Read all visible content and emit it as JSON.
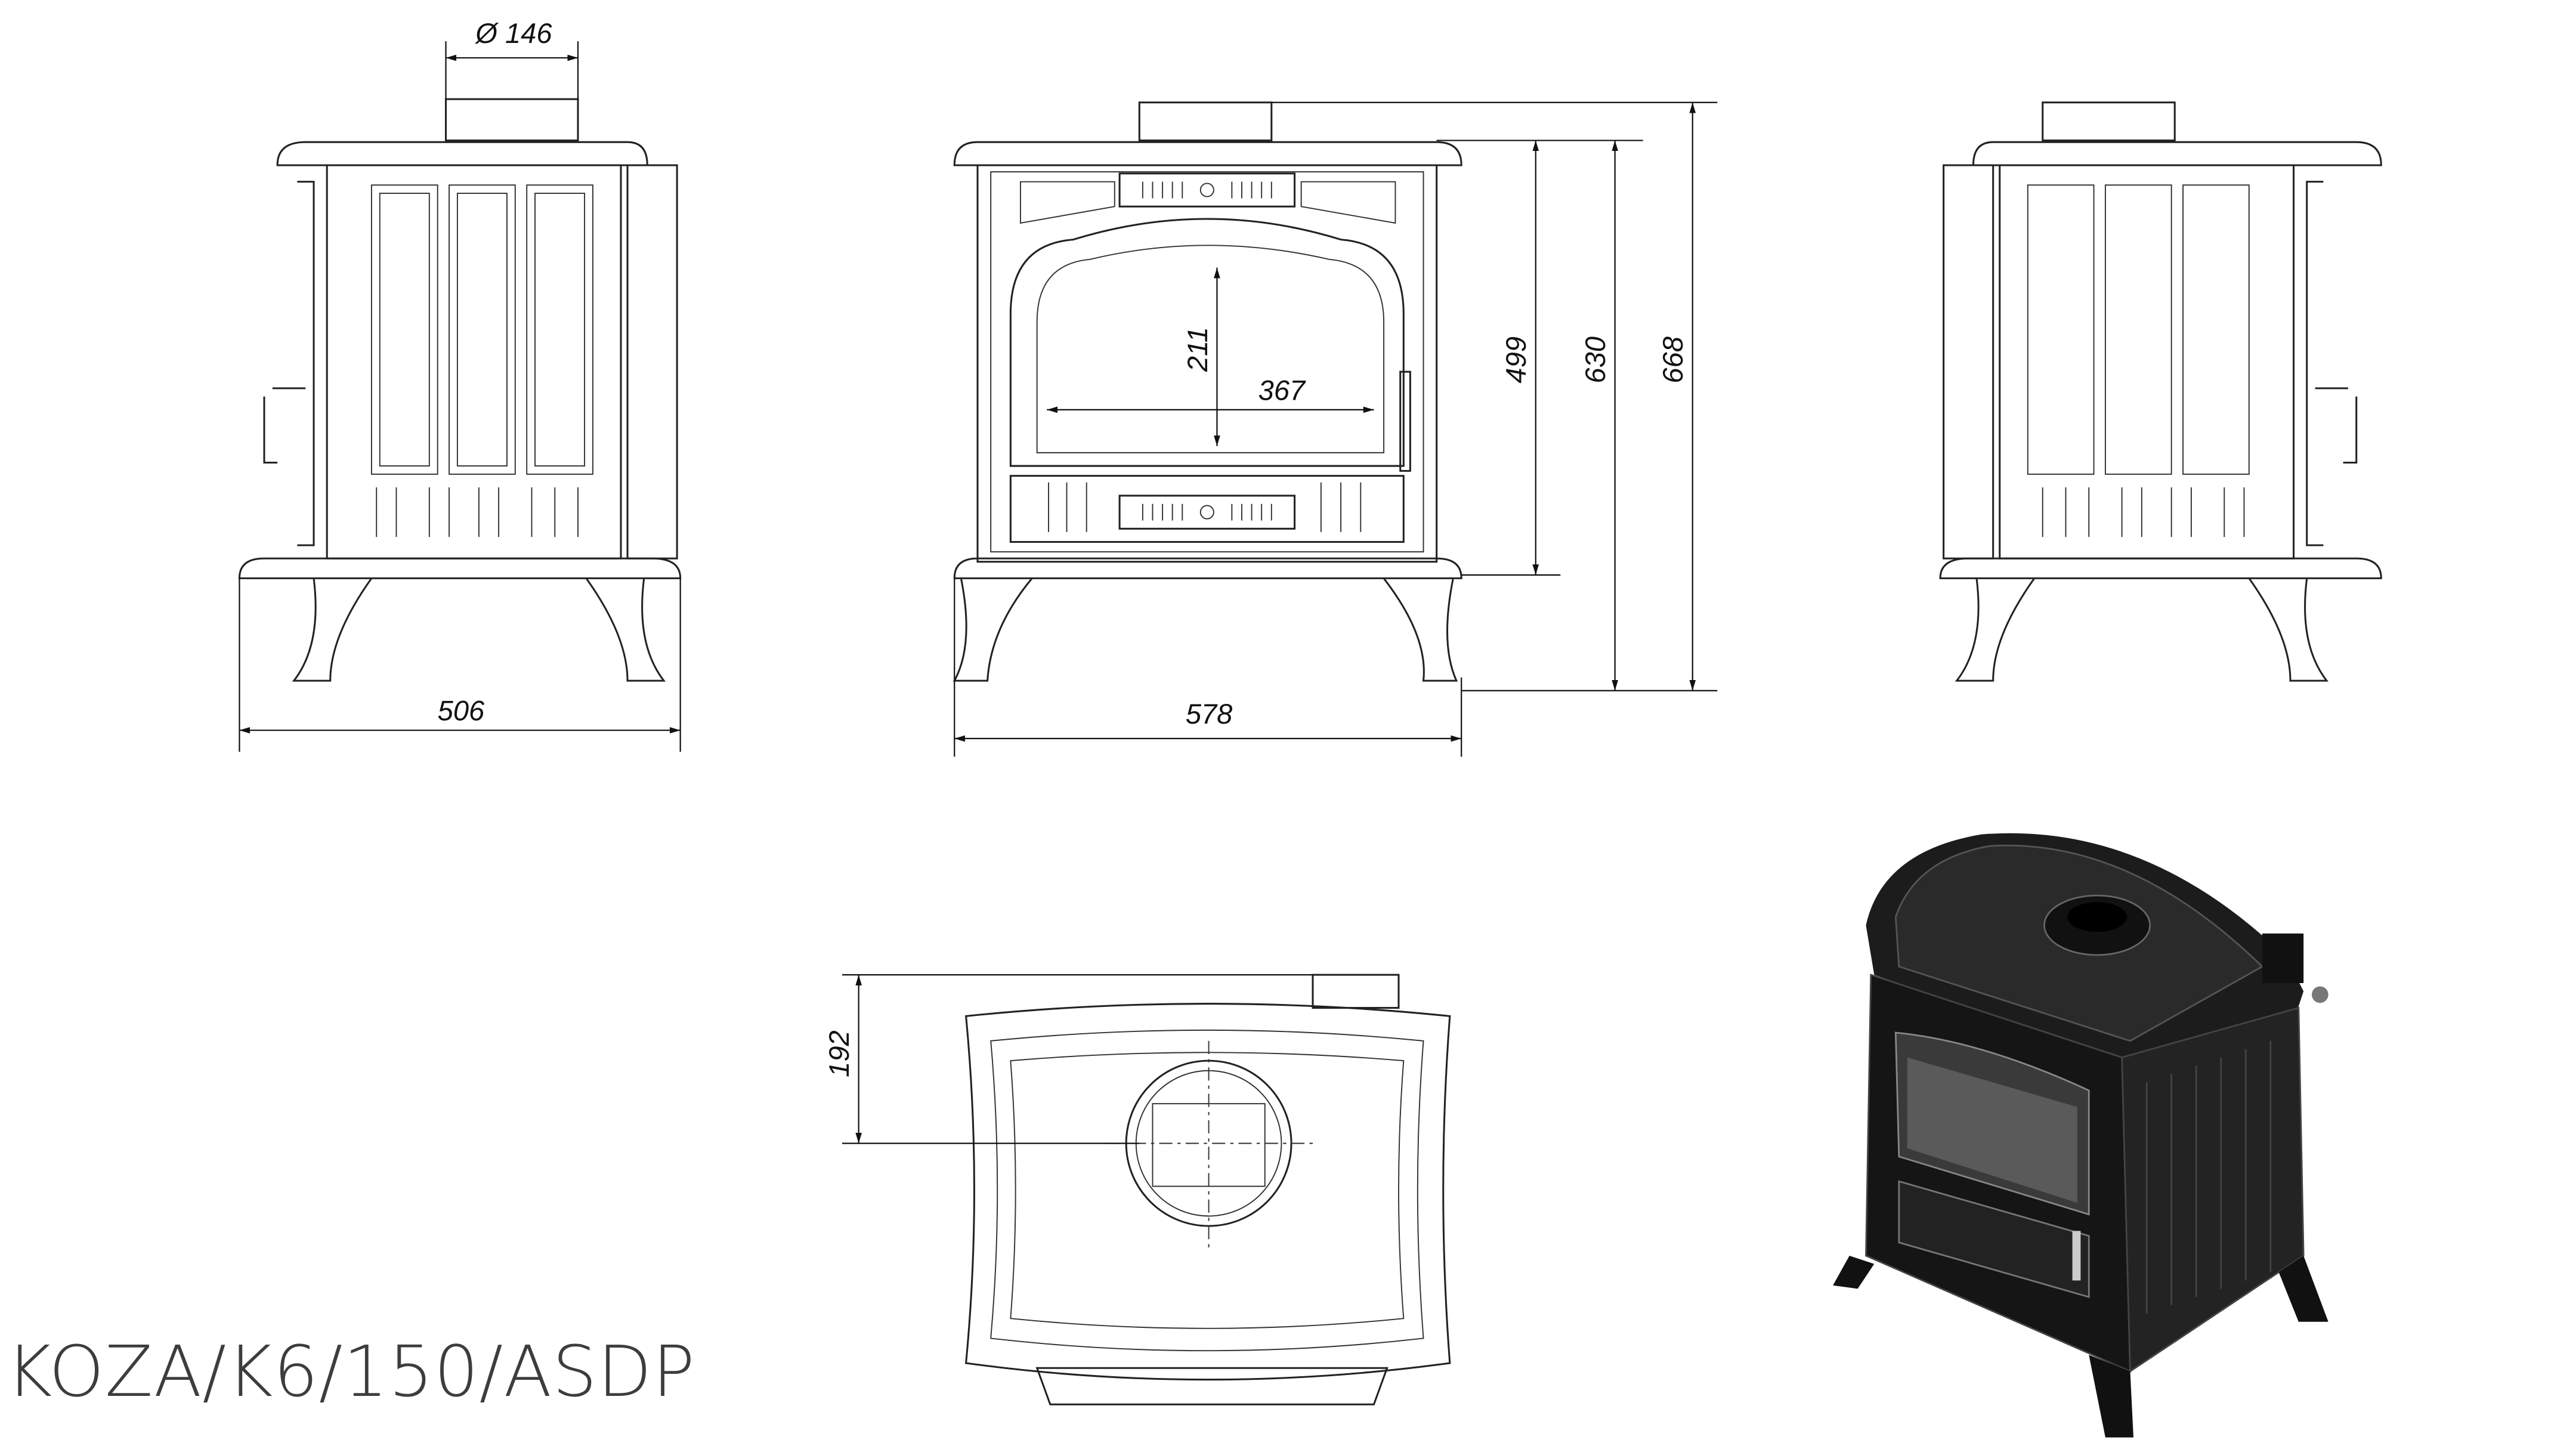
{
  "title": "KOZA/K6/150/ASDP",
  "dimensions": {
    "flue_diameter": "Ø 146",
    "depth": "506",
    "width": "578",
    "glass_height": "211",
    "glass_width": "367",
    "flue_center_height": "499",
    "body_height": "630",
    "total_height": "668",
    "flue_offset": "192"
  },
  "colors": {
    "line": "#222222",
    "text": "#3d3d3d",
    "render": "#1a1a1a"
  }
}
